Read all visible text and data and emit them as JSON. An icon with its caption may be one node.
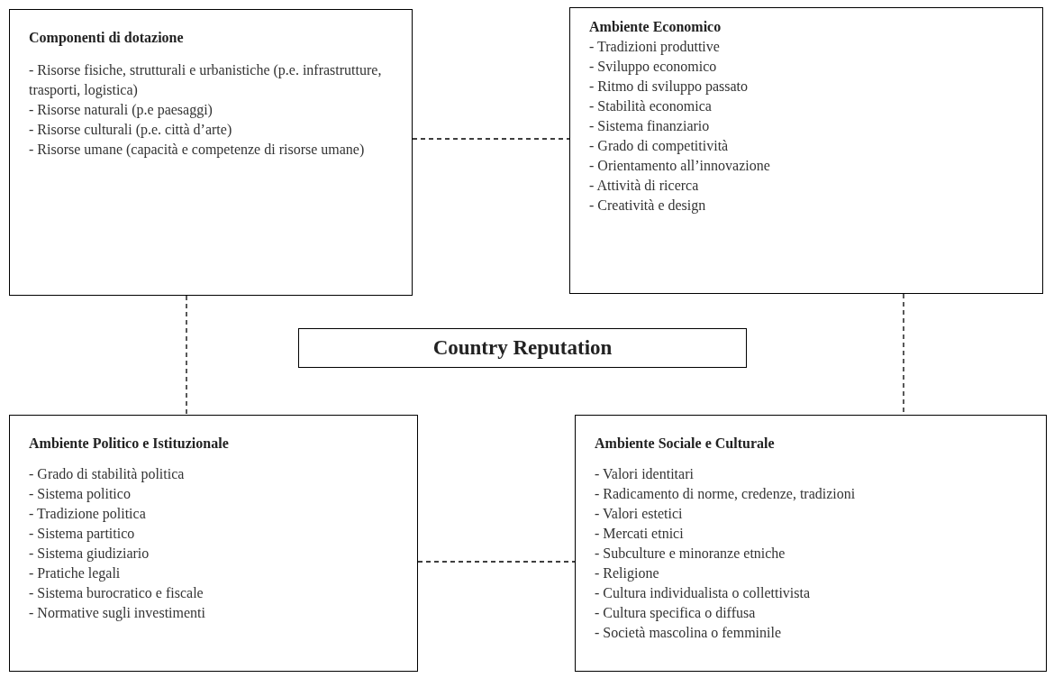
{
  "diagram": {
    "nodes": [
      {
        "text": [
          "Componenti di dotazione",
          "- Risorse fisiche, strutturali e urbanistiche (p.e. infrastrutture, trasporti, logistica)",
          "- Risorse naturali (p.e paesaggi)",
          "- Risorse culturali (p.e. città d’arte)",
          "- Risorse umane (capacità e competenze di risorse umane)"
        ]
      },
      {
        "text": [
          "Ambiente Economico",
          "- Tradizioni produttive",
          "- Sviluppo economico",
          "- Ritmo di sviluppo passato",
          "- Stabilità economica",
          "- Sistema finanziario",
          "- Grado di competitività",
          "- Orientamento all’innovazione",
          "- Attività di ricerca",
          "- Creatività e design"
        ]
      },
      {
        "text": [
          "Country Reputation"
        ]
      },
      {
        "text": [
          "Ambiente Politico e Istituzionale",
          "- Grado di stabilità politica",
          "- Sistema politico",
          "- Tradizione politica",
          "- Sistema partitico",
          "- Sistema giudiziario",
          "- Pratiche legali",
          "- Sistema burocratico e fiscale",
          "- Normative sugli investimenti"
        ]
      },
      {
        "text": [
          "Ambiente Sociale e Culturale",
          "- Valori identitari",
          "- Radicamento di norme, credenze, tradizioni",
          "- Valori estetici",
          "- Mercati etnici",
          "- Subculture e minoranze etniche",
          "- Religione",
          "- Cultura individualista o collettivista",
          "- Cultura specifica o diffusa",
          "- Società mascolina o femminile"
        ]
      }
    ],
    "edges": [
      {
        "from": 0,
        "to": 1,
        "arrow": "none",
        "style": "dashed"
      },
      {
        "from": 0,
        "to": 3,
        "arrow": "none",
        "style": "dashed"
      },
      {
        "from": 1,
        "to": 4,
        "arrow": "none",
        "style": "dashed"
      },
      {
        "from": 3,
        "to": 4,
        "arrow": "none",
        "style": "dashed"
      }
    ]
  }
}
